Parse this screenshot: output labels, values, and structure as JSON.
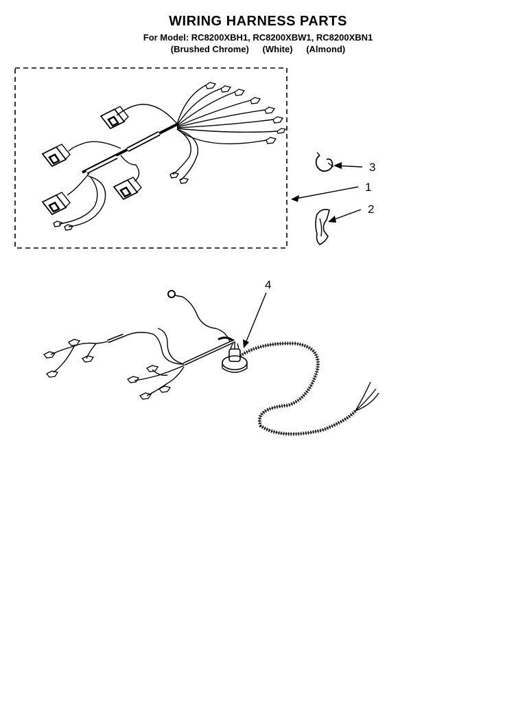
{
  "header": {
    "title": "WIRING HARNESS PARTS",
    "models_line": "For Model: RC8200XBH1, RC8200XBW1, RC8200XBN1",
    "colors": [
      "(Brushed Chrome)",
      "(White)",
      "(Almond)"
    ]
  },
  "callouts": {
    "c1": "1",
    "c2": "2",
    "c3": "3",
    "c4": "4"
  }
}
